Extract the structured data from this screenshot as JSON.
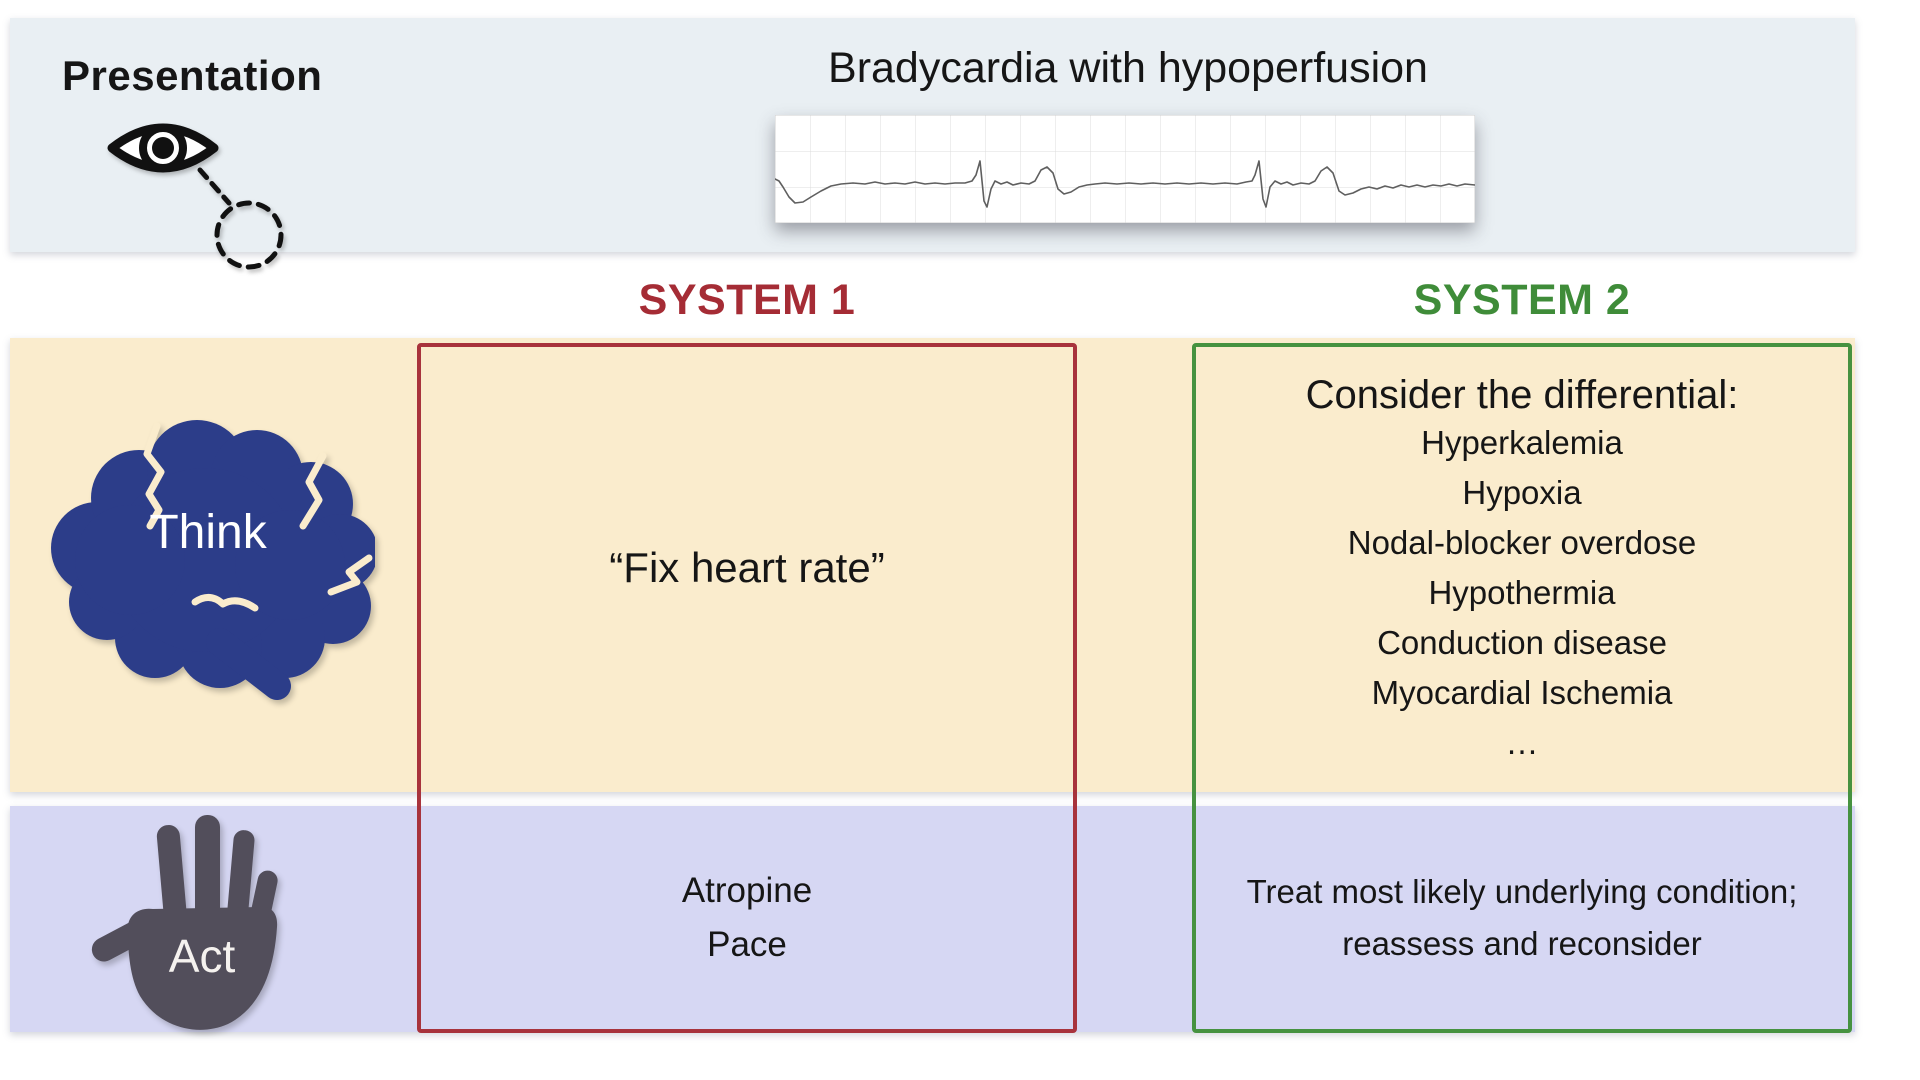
{
  "presentation": {
    "label": "Presentation",
    "title": "Bradycardia with hypoperfusion"
  },
  "columns": {
    "system1": "SYSTEM 1",
    "system2": "SYSTEM 2"
  },
  "think": {
    "label": "Think",
    "system1_text": "“Fix heart rate”",
    "system2_title": "Consider the differential:",
    "differential": [
      "Hyperkalemia",
      "Hypoxia",
      "Nodal-blocker overdose",
      "Hypothermia",
      "Conduction disease",
      "Myocardial Ischemia",
      "…"
    ]
  },
  "act": {
    "label": "Act",
    "system1": [
      "Atropine",
      "Pace"
    ],
    "system2": [
      "Treat most likely underlying condition;",
      "reassess and reconsider"
    ]
  },
  "icons": {
    "eye": "eye-icon",
    "magnifier": "dashed-magnifier-circle",
    "brain": "brain-icon",
    "hand": "hand-icon",
    "ecg": "ecg-rhythm-strip"
  },
  "colors": {
    "presentation_band": "#e9eff3",
    "think_band": "#faeccd",
    "act_band": "#d6d7f3",
    "system1_accent": "#a52c35",
    "system2_accent": "#3f8c39",
    "brain": "#2c3d89",
    "hand": "#524e5b"
  }
}
